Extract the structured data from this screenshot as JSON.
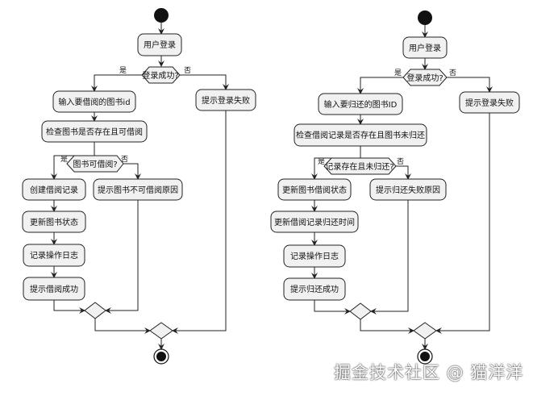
{
  "left": {
    "login": "用户登录",
    "login_check": "登录成功?",
    "yes1": "是",
    "no1": "否",
    "login_fail": "提示登录失败",
    "input_id": "输入要借阅的图书id",
    "check_exists": "检查图书是否存在且可借阅",
    "borrow_check": "图书可借阅?",
    "yes2": "是",
    "no2": "否",
    "create_record": "创建借阅记录",
    "update_status": "更新图书状态",
    "log_op": "记录操作日志",
    "success": "提示借阅成功",
    "fail_reason": "提示图书不可借阅原因"
  },
  "right": {
    "login": "用户登录",
    "login_check": "登录成功?",
    "yes1": "是",
    "no1": "否",
    "login_fail": "提示登录失败",
    "input_id": "输入要归还的图书ID",
    "check_record": "检查借阅记录是否存在且图书未归还",
    "return_check": "记录存在且未归还?",
    "yes2": "是",
    "no2": "否",
    "update_record_status": "更新图书借阅状态",
    "update_return_time": "更新借阅记录归还时间",
    "log_op": "记录操作日志",
    "success": "提示归还成功",
    "fail_reason": "提示归还失败原因"
  },
  "watermark": "掘金技术社区 @ 猫洋洋"
}
